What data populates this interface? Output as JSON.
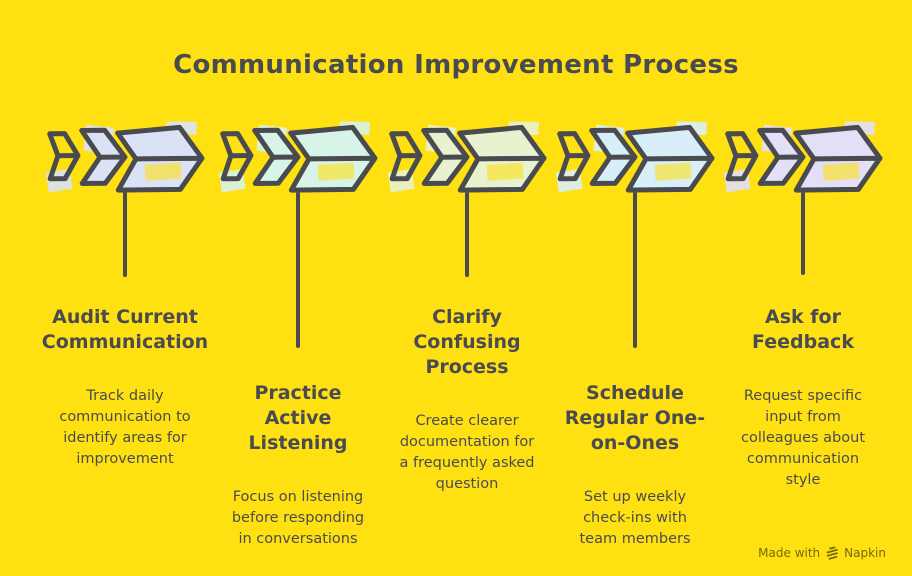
{
  "title": "Communication Improvement Process",
  "colors": {
    "background": "#ffe112",
    "ink": "#4a4b50",
    "footer_ink": "rgba(0,0,0,0.55)"
  },
  "steps": [
    {
      "title": "Audit Current\nCommunication",
      "description": "Track daily\ncommunication to\nidentify areas for\nimprovement",
      "fill": "#dce2f6"
    },
    {
      "title": "Practice\nActive\nListening",
      "description": "Focus on listening\nbefore responding\nin conversations",
      "fill": "#d8f3e8"
    },
    {
      "title": "Clarify\nConfusing\nProcess",
      "description": "Create clearer\ndocumentation for\na frequently asked\nquestion",
      "fill": "#e8f2cf"
    },
    {
      "title": "Schedule\nRegular One-\non-Ones",
      "description": "Set up weekly\ncheck-ins with\nteam members",
      "fill": "#d8effa"
    },
    {
      "title": "Ask for\nFeedback",
      "description": "Request specific\ninput from\ncolleagues about\ncommunication\nstyle",
      "fill": "#e2dff6"
    }
  ],
  "footer": {
    "made_with": "Made with",
    "brand": "Napkin",
    "logo_icon": "napkin-logo-icon"
  }
}
